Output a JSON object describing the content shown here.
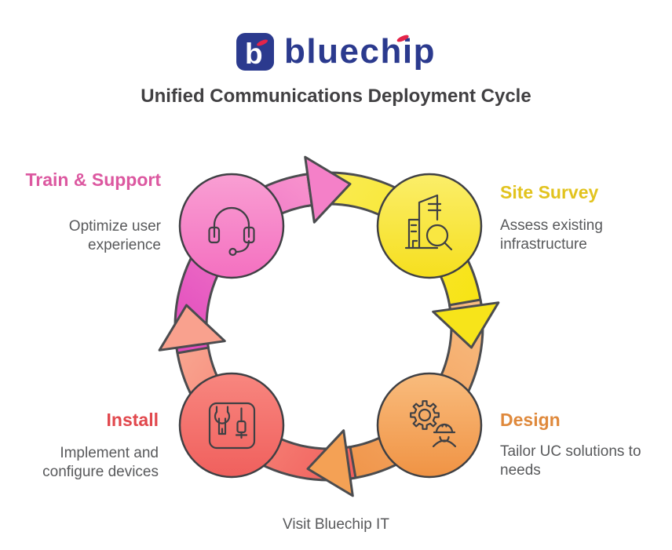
{
  "brand": {
    "name": "bluechip",
    "logo_mark": "b",
    "blue": "#2B3A8E",
    "red": "#E42449"
  },
  "header": {
    "title": "Unified Communications Deployment Cycle"
  },
  "cycle": {
    "direction": "clockwise",
    "stages": [
      {
        "name": "Train & Support",
        "description": "Optimize user experience",
        "color": "#DC58A0",
        "icon": "headset-icon"
      },
      {
        "name": "Site Survey",
        "description": "Assess existing infrastructure",
        "color": "#E2C31E",
        "icon": "building-search-icon"
      },
      {
        "name": "Design",
        "description": "Tailor UC solutions to needs",
        "color": "#DF893C",
        "icon": "gear-engineer-icon"
      },
      {
        "name": "Install",
        "description": "Implement and configure devices",
        "color": "#E1484D",
        "icon": "wrench-screwdriver-icon"
      }
    ]
  },
  "footer": {
    "text": "Visit Bluechip IT"
  }
}
